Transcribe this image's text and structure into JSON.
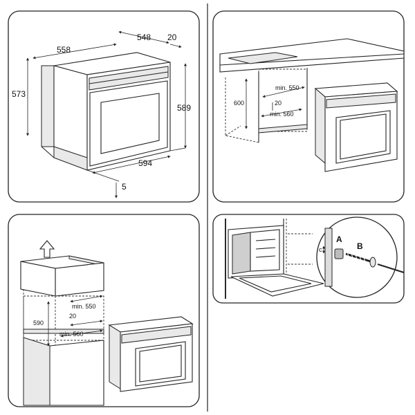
{
  "panel1": {
    "dim_depth": "558",
    "dim_depth_inner": "548",
    "dim_front": "20",
    "dim_height_left": "573",
    "dim_height_right": "589",
    "dim_width": "594",
    "dim_bottom": "5"
  },
  "panel2": {
    "cutout_height": "600",
    "cutout_min_depth": "min. 550",
    "cutout_gap": "20",
    "cutout_min_width": "min. 560"
  },
  "panel3": {
    "cutout_height": "590",
    "cutout_min_depth": "min. 550",
    "cutout_gap": "20",
    "cutout_min_width": "min. 560"
  },
  "panel4": {
    "label_a": "A",
    "label_b": "B",
    "label_c": "c"
  }
}
